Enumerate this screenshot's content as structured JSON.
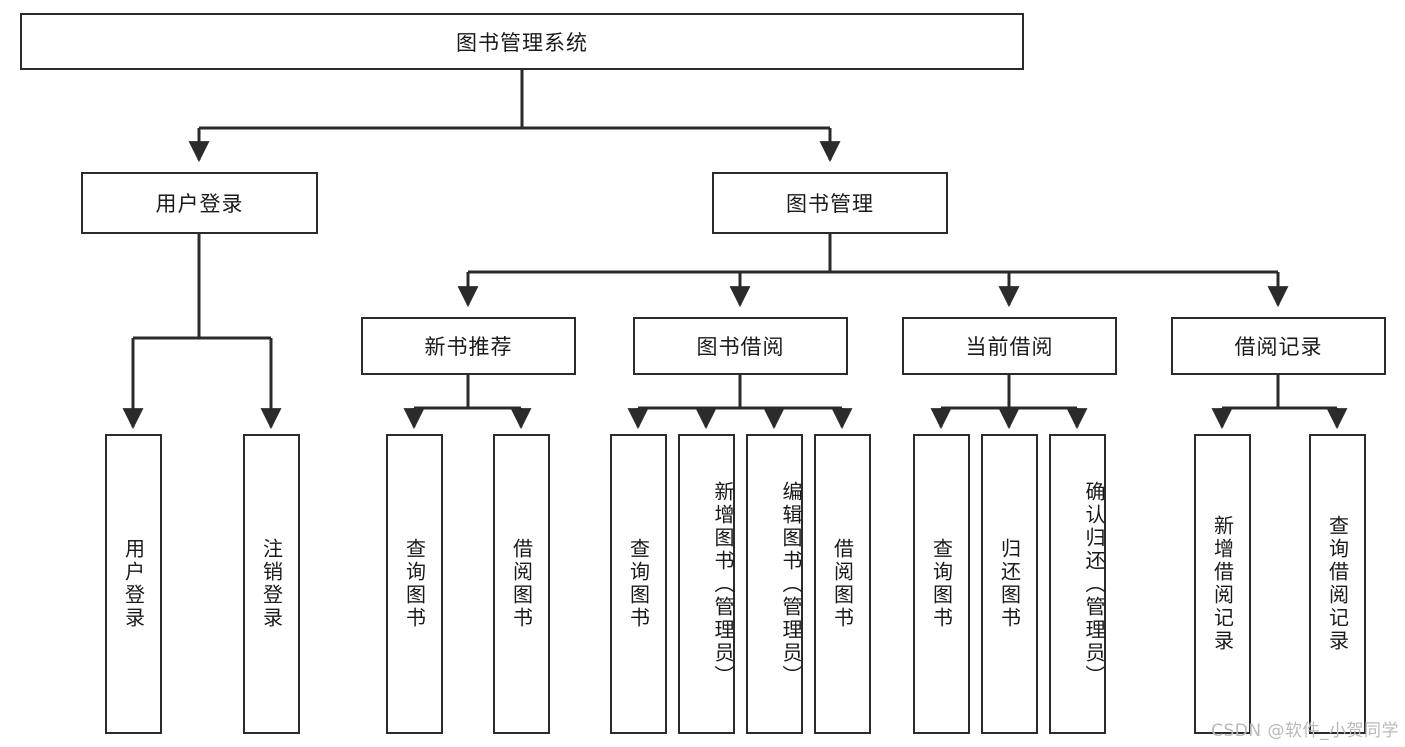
{
  "diagram": {
    "title": "图书管理系统",
    "type": "hierarchy-tree",
    "root": {
      "label": "图书管理系统"
    },
    "level2": [
      {
        "id": "user-login",
        "label": "用户登录"
      },
      {
        "id": "book-management",
        "label": "图书管理"
      }
    ],
    "level3": [
      {
        "id": "new-book-recommend",
        "label": "新书推荐",
        "parent": "book-management"
      },
      {
        "id": "book-borrow",
        "label": "图书借阅",
        "parent": "book-management"
      },
      {
        "id": "current-borrow",
        "label": "当前借阅",
        "parent": "book-management"
      },
      {
        "id": "borrow-record",
        "label": "借阅记录",
        "parent": "book-management"
      }
    ],
    "leaves": {
      "user_login": [
        {
          "id": "leaf-user-login",
          "label": "用户登录"
        },
        {
          "id": "leaf-logout-login",
          "label": "注销登录"
        }
      ],
      "new_book_recommend": [
        {
          "id": "leaf-query-book-1",
          "label": "查询图书"
        },
        {
          "id": "leaf-borrow-book-1",
          "label": "借阅图书"
        }
      ],
      "book_borrow": [
        {
          "id": "leaf-query-book-2",
          "label": "查询图书"
        },
        {
          "id": "leaf-add-book",
          "label": "新增图书（管理员）"
        },
        {
          "id": "leaf-edit-book",
          "label": "编辑图书（管理员）"
        },
        {
          "id": "leaf-borrow-book-2",
          "label": "借阅图书"
        }
      ],
      "current_borrow": [
        {
          "id": "leaf-query-book-3",
          "label": "查询图书"
        },
        {
          "id": "leaf-return-book",
          "label": "归还图书"
        },
        {
          "id": "leaf-confirm-return",
          "label": "确认归还（管理员）"
        }
      ],
      "borrow_record": [
        {
          "id": "leaf-add-record",
          "label": "新增借阅记录"
        },
        {
          "id": "leaf-query-record",
          "label": "查询借阅记录"
        }
      ]
    }
  },
  "watermark": {
    "text": "CSDN @软件_小贺同学"
  },
  "colors": {
    "box_border": "#2b2b2b",
    "box_fill": "#ffffff",
    "connector": "#2b2b2b",
    "text": "#1a1a1a",
    "watermark": "#b9b9b9",
    "background": "#ffffff"
  }
}
